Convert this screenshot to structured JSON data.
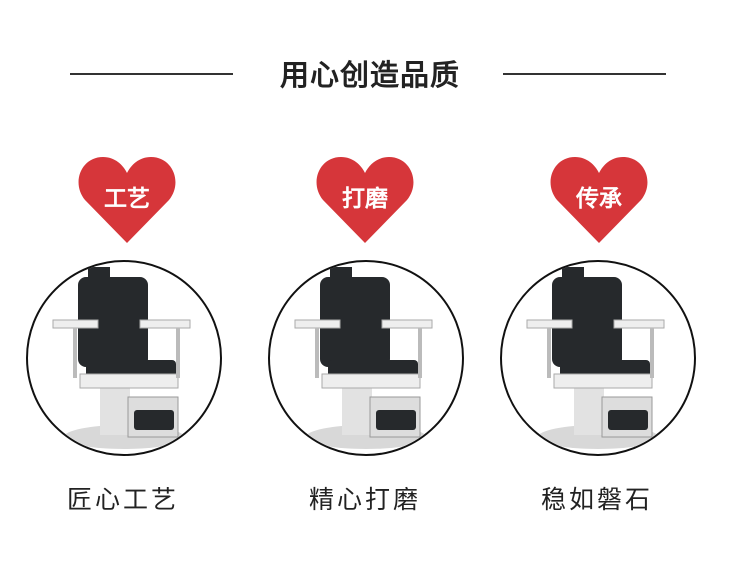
{
  "header": {
    "title": "用心创造品质"
  },
  "features": [
    {
      "badge": "工艺",
      "caption": "匠心工艺"
    },
    {
      "badge": "打磨",
      "caption": "精心打磨"
    },
    {
      "badge": "传承",
      "caption": "稳如磐石"
    }
  ],
  "colors": {
    "heart": "#d6363a",
    "chair": "#26292c",
    "frame": "#e8e8e8"
  }
}
